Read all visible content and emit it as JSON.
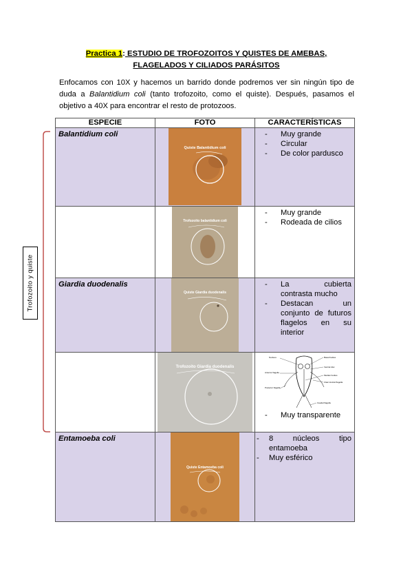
{
  "title": {
    "practice_label": "Practica 1",
    "colon": ":",
    "line1": " ESTUDIO DE TROFOZOITOS Y QUISTES DE AMEBAS,",
    "line2": "FLAGELADOS Y CILIADOS PARÁSITOS"
  },
  "intro": {
    "part1": "Enfocamos con 10X y hacemos un barrido donde podremos ver sin ningún tipo de duda a ",
    "italic": "Balantidium coli",
    "part2": " (tanto trofozoito, como el quiste). Después, pasamos el objetivo a 40X para encontrar el resto de protozoos."
  },
  "side_label": "Trofozoito y quiste",
  "table": {
    "headers": [
      "ESPECIE",
      "FOTO",
      "CARACTERÍSTICAS"
    ],
    "rows": [
      {
        "species": "Balantidium coli",
        "photo_label": "Quiste Balantidium coli",
        "photo_color": "#c9803e",
        "features": [
          "Muy grande",
          "Circular",
          "De color pardusco"
        ]
      },
      {
        "species": "",
        "photo_label": "Trofozoito balantidium coli",
        "photo_color": "#b9a98f",
        "features": [
          "Muy grande",
          "Rodeada de cilios"
        ]
      },
      {
        "species": "Giardia duodenalis",
        "photo_label": "Quiste Giardia duodenalis",
        "photo_color": "#bcae97",
        "features": [
          "La cubierta contrasta mucho",
          "Destacan un conjunto de futuros flagelos en su interior"
        ]
      },
      {
        "species": "",
        "photo_label": "Trofozoito Giardia duodenalis",
        "photo_color": "#c7c5bf",
        "features": [
          "Muy transparente"
        ],
        "diagram_labels": [
          "Nucleus",
          "Basal bodies",
          "Ventral disc",
          "Anterior flagella",
          "Median bodies",
          "Claw Ventral flagella",
          "Posterior flagella",
          "Caudal flagella"
        ]
      },
      {
        "species": "Entamoeba coli",
        "photo_label": "Quiste Entamoeba coli",
        "photo_color": "#c98641",
        "features": [
          "8 núcleos tipo entamoeba",
          "Muy esférico"
        ]
      }
    ]
  }
}
